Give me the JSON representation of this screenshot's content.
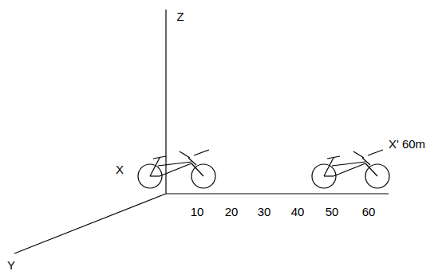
{
  "diagram": {
    "labels": [
      "Z",
      "X' 60m",
      "X",
      "10",
      "20",
      "30",
      "40",
      "50",
      "60",
      "Y"
    ]
  }
}
